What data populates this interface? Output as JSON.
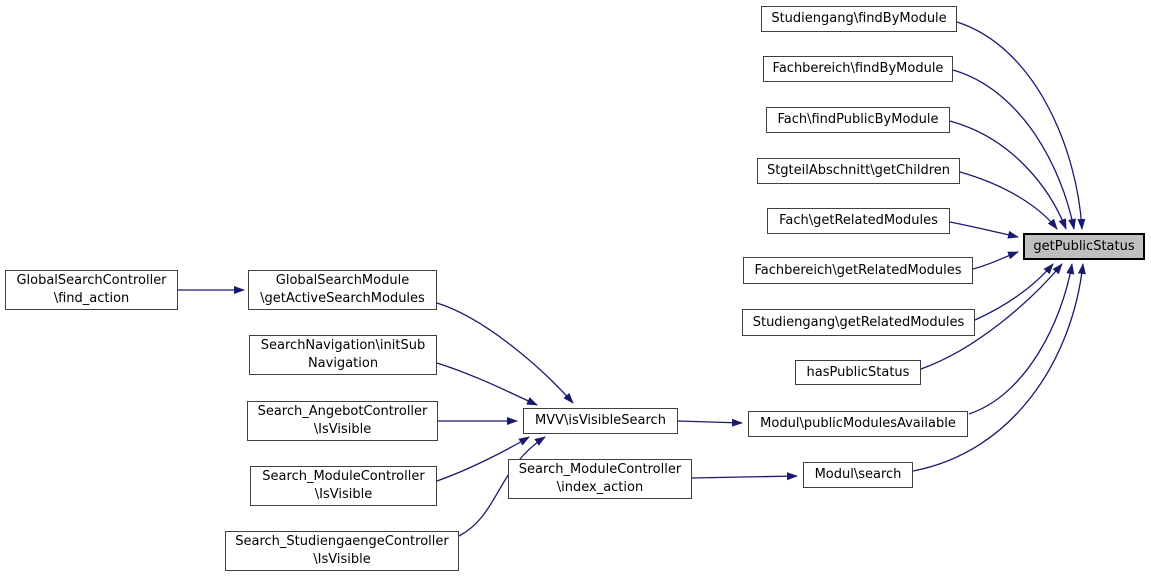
{
  "diagram": {
    "type": "call-graph",
    "focus_node": "getPublicStatus",
    "colors": {
      "edge": "#191970",
      "node_fill": "#ffffff",
      "node_border": "#404040",
      "focus_fill": "#bfbfbf",
      "focus_border": "#000000",
      "text": "#000000",
      "background": "#ffffff"
    },
    "nodes": {
      "globalsearchcontroller_find_action": "GlobalSearchController\n\\find_action",
      "globalsearchmodule_getactivesearchmodules": "GlobalSearchModule\n\\getActiveSearchModules",
      "searchnavigation_initsubnavigation": "SearchNavigation\\initSub\nNavigation",
      "search_angebotcontroller_isvisible": "Search_AngebotController\n\\IsVisible",
      "search_modulecontroller_isvisible": "Search_ModuleController\n\\IsVisible",
      "search_studiengaengecontroller_isvisible": "Search_StudiengaengeController\n\\IsVisible",
      "mvv_isvisiblesearch": "MVV\\isVisibleSearch",
      "search_modulecontroller_index_action": "Search_ModuleController\n\\index_action",
      "modul_publicmodulesavailable": "Modul\\publicModulesAvailable",
      "modul_search": "Modul\\search",
      "studiengang_findbymodule": "Studiengang\\findByModule",
      "fachbereich_findbymodule": "Fachbereich\\findByModule",
      "fach_findpublicbymodule": "Fach\\findPublicByModule",
      "stgteilabschnitt_getchildren": "StgteilAbschnitt\\getChildren",
      "fach_getrelatedmodules": "Fach\\getRelatedModules",
      "fachbereich_getrelatedmodules": "Fachbereich\\getRelatedModules",
      "studiengang_getrelatedmodules": "Studiengang\\getRelatedModules",
      "haspublicstatus": "hasPublicStatus",
      "getpublicstatus": "getPublicStatus"
    },
    "edges": [
      {
        "from": "GlobalSearchController\\find_action",
        "to": "GlobalSearchModule\\getActiveSearchModules"
      },
      {
        "from": "GlobalSearchModule\\getActiveSearchModules",
        "to": "MVV\\isVisibleSearch"
      },
      {
        "from": "SearchNavigation\\initSubNavigation",
        "to": "MVV\\isVisibleSearch"
      },
      {
        "from": "Search_AngebotController\\IsVisible",
        "to": "MVV\\isVisibleSearch"
      },
      {
        "from": "Search_ModuleController\\IsVisible",
        "to": "MVV\\isVisibleSearch"
      },
      {
        "from": "Search_StudiengaengeController\\IsVisible",
        "to": "MVV\\isVisibleSearch"
      },
      {
        "from": "MVV\\isVisibleSearch",
        "to": "Modul\\publicModulesAvailable"
      },
      {
        "from": "Search_ModuleController\\index_action",
        "to": "Modul\\search"
      },
      {
        "from": "Studiengang\\findByModule",
        "to": "getPublicStatus"
      },
      {
        "from": "Fachbereich\\findByModule",
        "to": "getPublicStatus"
      },
      {
        "from": "Fach\\findPublicByModule",
        "to": "getPublicStatus"
      },
      {
        "from": "StgteilAbschnitt\\getChildren",
        "to": "getPublicStatus"
      },
      {
        "from": "Fach\\getRelatedModules",
        "to": "getPublicStatus"
      },
      {
        "from": "Fachbereich\\getRelatedModules",
        "to": "getPublicStatus"
      },
      {
        "from": "Studiengang\\getRelatedModules",
        "to": "getPublicStatus"
      },
      {
        "from": "hasPublicStatus",
        "to": "getPublicStatus"
      },
      {
        "from": "Modul\\publicModulesAvailable",
        "to": "getPublicStatus"
      },
      {
        "from": "Modul\\search",
        "to": "getPublicStatus"
      }
    ]
  }
}
